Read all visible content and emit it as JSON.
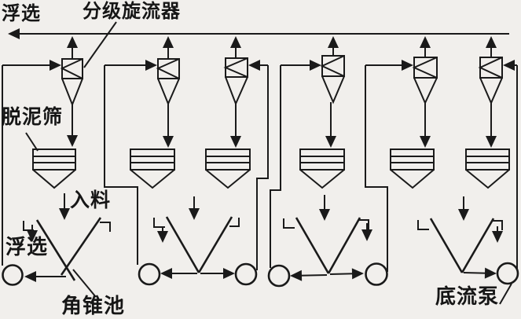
{
  "diagram": {
    "background_color": "#f1efec",
    "line_color": "#1a1a1a"
  },
  "labels": {
    "flotation_top": "浮选",
    "classifying_cyclone": "分级旋流器",
    "desliming_screen": "脱泥筛",
    "feed": "入料",
    "flotation_left": "浮选",
    "corner_cone_pool": "角锥池",
    "underflow_pump": "底流泵"
  },
  "equipment": {
    "cyclone_count": 6,
    "screen_count": 6,
    "cone_pool_count": 4,
    "pump_count": 6
  }
}
